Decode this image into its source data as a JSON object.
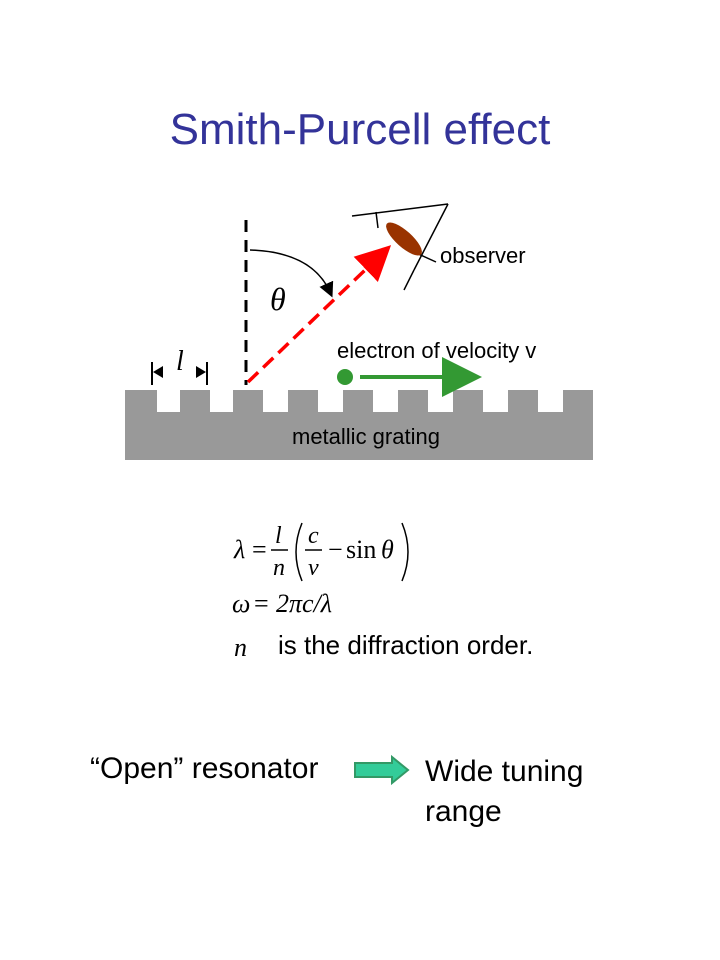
{
  "title": "Smith-Purcell effect",
  "diagram": {
    "observer_label": "observer",
    "electron_label": "electron of velocity v",
    "grating_label": "metallic grating",
    "period_symbol": "l",
    "angle_symbol": "θ"
  },
  "equations": {
    "lambda_lhs": "λ",
    "eq": "=",
    "l": "l",
    "n": "n",
    "c": "c",
    "v": "v",
    "minus": "−",
    "sin": "sin",
    "theta": "θ",
    "omega_lhs": "ω",
    "omega_rhs": "2πc/λ",
    "n_symbol": "n",
    "order_text": "is the diffraction order."
  },
  "bottom": {
    "left_text": "“Open” resonator",
    "right_text": "Wide tuning range"
  },
  "colors": {
    "title": "#333399",
    "grating": "#999999",
    "ray": "#ff0000",
    "electron": "#339933",
    "eye": "#993300",
    "arrow_fill": "#33cc99",
    "arrow_stroke": "#339966"
  }
}
